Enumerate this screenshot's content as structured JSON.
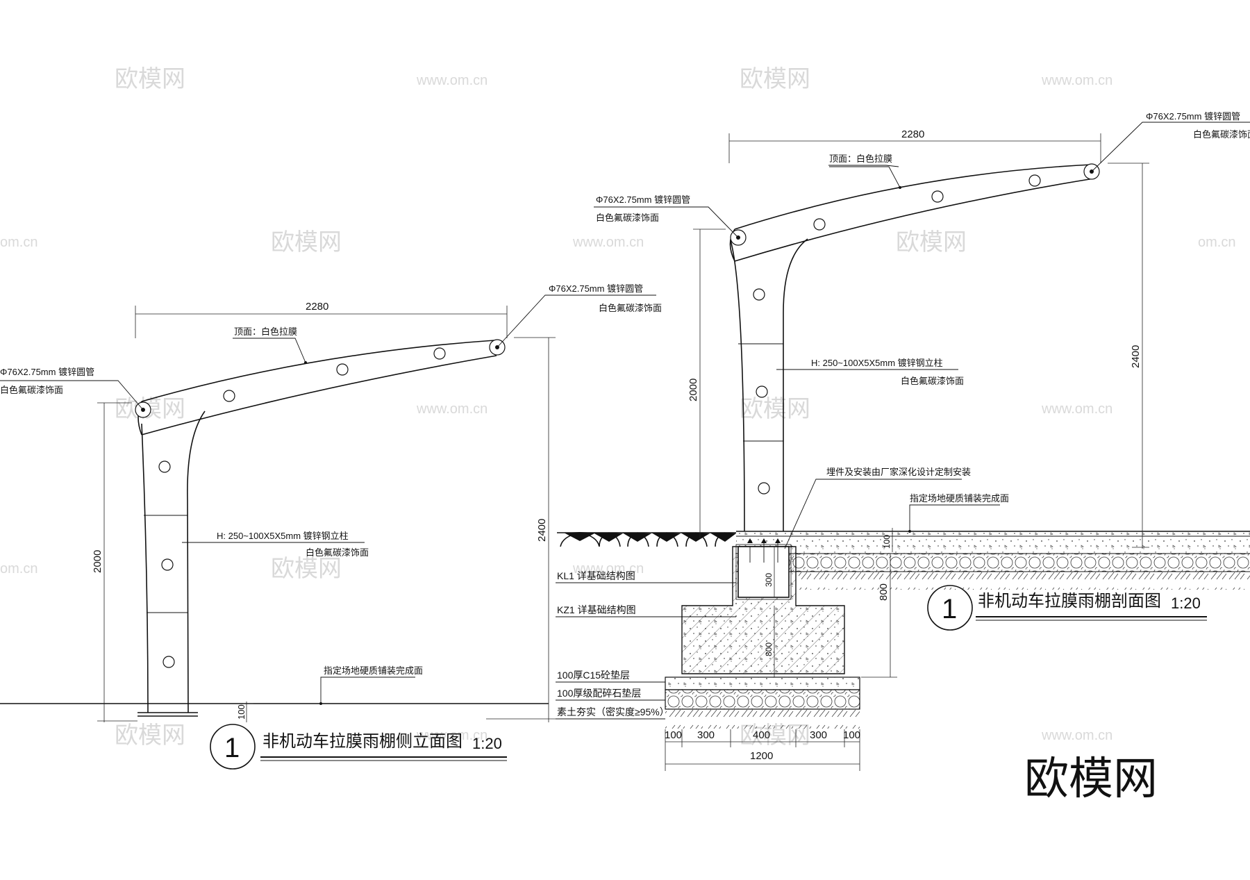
{
  "watermarks": {
    "brand": "欧模网",
    "site": "www.om.cn",
    "site_short": "om.cn",
    "corner": "欧模网"
  },
  "elevation": {
    "dim_width": "2280",
    "dim_height_total": "2400",
    "dim_height_post": "2000",
    "dim_base": "100",
    "roof_label": "顶面：白色拉膜",
    "pipe_left_line1": "Φ76X2.75mm 镀锌圆管",
    "pipe_left_line2": "白色氟碳漆饰面",
    "pipe_right_line1": "Φ76X2.75mm 镀锌圆管",
    "pipe_right_line2": "白色氟碳漆饰面",
    "post_line1": "H: 250~100X5X5mm 镀锌钢立柱",
    "post_line2": "白色氟碳漆饰面",
    "ground_label": "指定场地硬质铺装完成面",
    "title_number": "1",
    "title": "非机动车拉膜雨棚侧立面图",
    "scale": "1:20"
  },
  "section": {
    "dim_width": "2280",
    "dim_height_total": "2400",
    "dim_height_post": "2000",
    "dim_paving": "100",
    "dim_beam": "300",
    "dim_column": "800",
    "dim_depth": "800",
    "pipe_left_line1": "Φ76X2.75mm 镀锌圆管",
    "pipe_left_line2": "白色氟碳漆饰面",
    "pipe_right_line1": "Φ76X2.75mm 镀锌圆管",
    "pipe_right_line2": "白色氟碳漆饰面",
    "roof_label": "顶面：白色拉膜",
    "post_line1": "H: 250~100X5X5mm 镀锌钢立柱",
    "post_line2": "白色氟碳漆饰面",
    "embed_label": "埋件及安装由厂家深化设计定制安装",
    "ground_label": "指定场地硬质铺装完成面",
    "kl1": "KL1  详基础结构图",
    "kz1": "KZ1  详基础结构图",
    "layer1": "100厚C15砼垫层",
    "layer2": "100厚级配碎石垫层",
    "layer3": "素土夯实（密实度≥95%）",
    "bottom_dims": [
      "100",
      "300",
      "400",
      "300",
      "100"
    ],
    "bottom_total": "1200",
    "title_number": "1",
    "title": "非机动车拉膜雨棚剖面图",
    "scale": "1:20"
  }
}
